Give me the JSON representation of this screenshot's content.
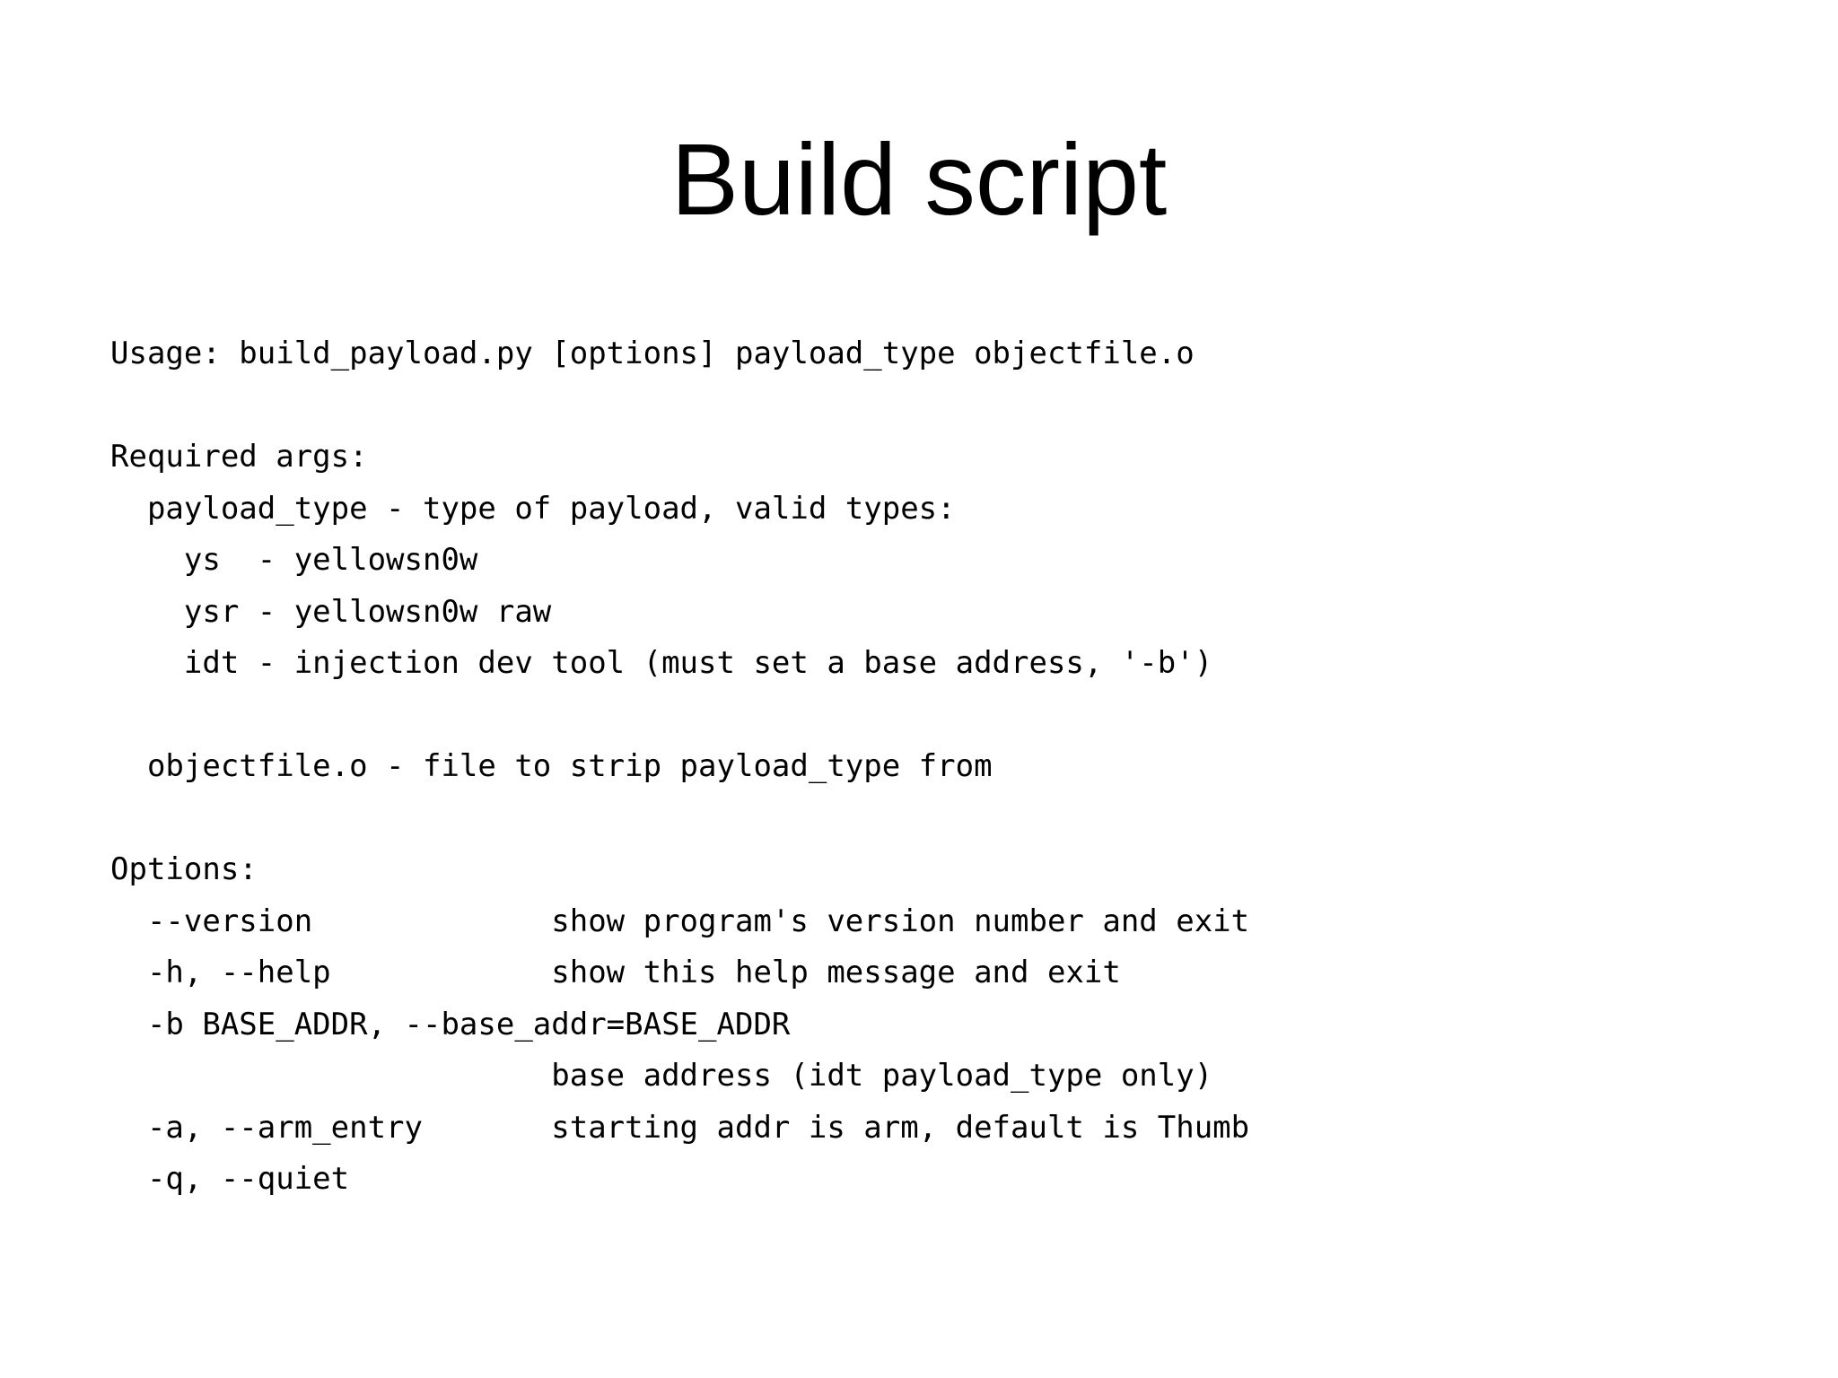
{
  "colors": {
    "background": "#ffffff",
    "text": "#000000"
  },
  "slide": {
    "title": "Build script",
    "help_output": {
      "lines": [
        "Usage: build_payload.py [options] payload_type objectfile.o",
        "",
        "Required args:",
        "  payload_type - type of payload, valid types:",
        "    ys  - yellowsn0w",
        "    ysr - yellowsn0w raw",
        "    idt - injection dev tool (must set a base address, '-b')",
        "",
        "  objectfile.o - file to strip payload_type from",
        "",
        "Options:",
        "  --version             show program's version number and exit",
        "  -h, --help            show this help message and exit",
        "  -b BASE_ADDR, --base_addr=BASE_ADDR",
        "                        base address (idt payload_type only)",
        "  -a, --arm_entry       starting addr is arm, default is Thumb",
        "  -q, --quiet"
      ]
    }
  }
}
